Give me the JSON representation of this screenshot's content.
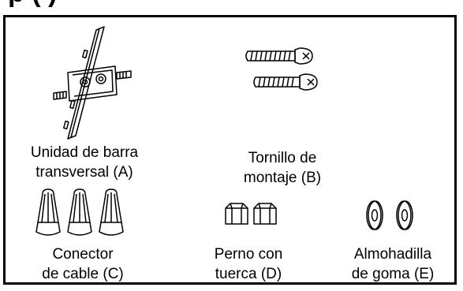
{
  "header": {
    "title_fragment": "p                    (             )"
  },
  "parts": [
    {
      "id": "A",
      "line1": "Unidad de barra",
      "line2": "transversal (A)",
      "icon": "crossbar-assembly-icon"
    },
    {
      "id": "B",
      "line1": "Tornillo de",
      "line2": "montaje (B)",
      "icon": "mounting-screws-icon"
    },
    {
      "id": "C",
      "line1": "Conector",
      "line2": "de cable (C)",
      "icon": "wire-connectors-icon"
    },
    {
      "id": "D",
      "line1": "Perno con",
      "line2": "tuerca (D)",
      "icon": "cap-nuts-icon"
    },
    {
      "id": "E",
      "line1": "Almohadilla",
      "line2": "de goma (E)",
      "icon": "rubber-washers-icon"
    }
  ]
}
